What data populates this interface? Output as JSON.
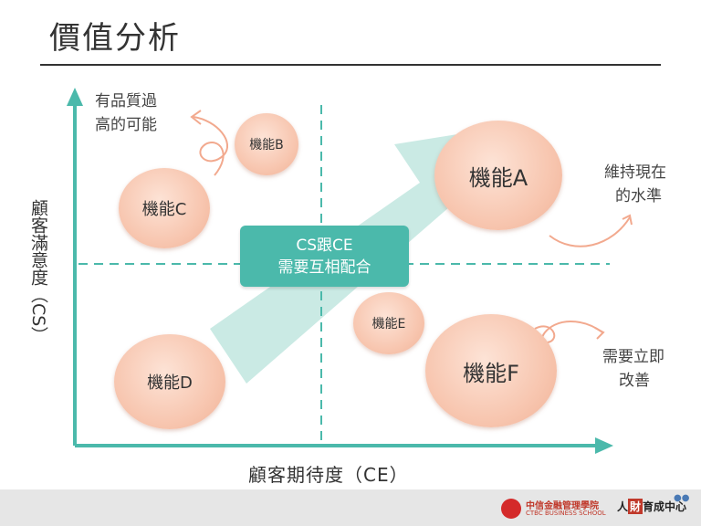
{
  "title": "價值分析",
  "y_axis_label": "顧客滿意度（CS）",
  "x_axis_label": "顧客期待度（CE）",
  "center_box": {
    "line1": "CS跟CE",
    "line2": "需要互相配合"
  },
  "bubbles": {
    "a": "機能A",
    "b": "機能B",
    "c": "機能C",
    "d": "機能D",
    "e": "機能E",
    "f": "機能F"
  },
  "notes": {
    "top_left": {
      "line1": "有品質過",
      "line2": "高的可能"
    },
    "top_right": {
      "line1": "維持現在",
      "line2": "的水準"
    },
    "bottom_right": {
      "line1": "需要立即",
      "line2": "改善"
    }
  },
  "footer": {
    "logo_cn": "中信金融管理學院",
    "logo_en": "CTBC BUSINESS SCHOOL",
    "logo2_prefix": "人",
    "logo2_box": "財",
    "logo2_suffix": "育成中心"
  },
  "colors": {
    "teal": "#4bb9ab",
    "arrow": "#c7e9e3",
    "bubble": "#f7c4ad",
    "curve": "#f2a98e"
  }
}
